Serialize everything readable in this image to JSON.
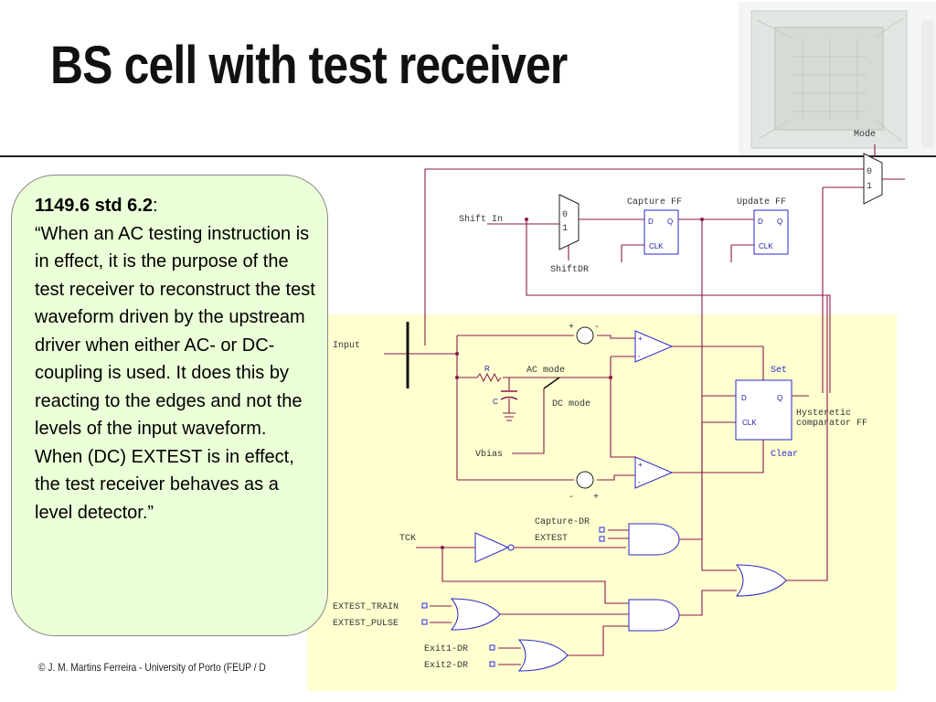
{
  "title": "BS cell with test receiver",
  "callout": {
    "heading": "1149.6 std 6.2",
    "heading_suffix": ":",
    "body": "“When an AC testing instruction is in effect, it is the purpose of the test receiver to reconstruct the test waveform driven by the upstream driver when either AC- or DC-coupling is used. It does this by reacting to the edges and not the levels of the input waveform. When (DC) EXTEST is in effect, the test receiver behaves as a level detector.”"
  },
  "footer": "© J. M. Martins Ferreira - University of Porto (FEUP / D",
  "diagram": {
    "mode": "Mode",
    "mux_zero": "0",
    "mux_one": "1",
    "shift_in": "Shift In",
    "shiftdr": "ShiftDR",
    "capture_ff": "Capture FF",
    "update_ff": "Update FF",
    "ff_d": "D",
    "ff_q": "Q",
    "ff_clk": "CLK",
    "input": "Input",
    "r": "R",
    "c": "C",
    "ac_mode": "AC mode",
    "dc_mode": "DC mode",
    "vbias": "Vbias",
    "plus": "+",
    "minus": "-",
    "set": "Set",
    "clear": "Clear",
    "hysteretic_1": "Hysteretic",
    "hysteretic_2": "comparator FF",
    "tck": "TCK",
    "capture_dr": "Capture-DR",
    "extest": "EXTEST",
    "extest_train": "EXTEST_TRAIN",
    "extest_pulse": "EXTEST_PULSE",
    "exit1_dr": "Exit1-DR",
    "exit2_dr": "Exit2-DR"
  }
}
